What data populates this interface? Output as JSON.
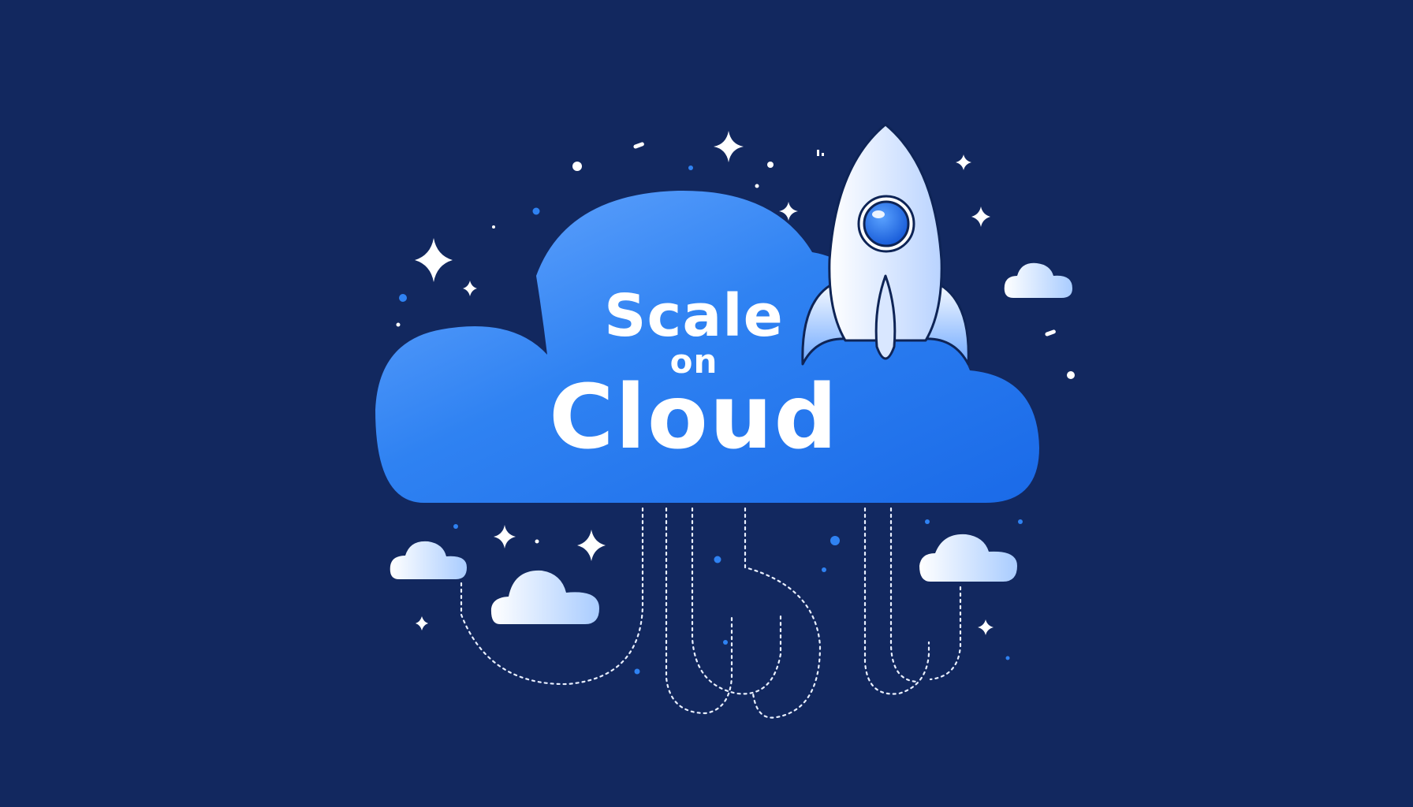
{
  "logo": {
    "line1": "Scale",
    "line2": "on",
    "line3": "Cloud"
  },
  "colors": {
    "background": "#12285f",
    "cloud_primary": "#2a7cf0",
    "cloud_light": "#5ea2ff",
    "rocket_body": "#eef4ff",
    "rocket_window": "#1e6ee8",
    "accent_white": "#ffffff"
  },
  "icons": [
    "main-cloud-icon",
    "rocket-icon",
    "small-cloud-icon",
    "sparkle-star-icon",
    "dotted-trail-icon"
  ]
}
